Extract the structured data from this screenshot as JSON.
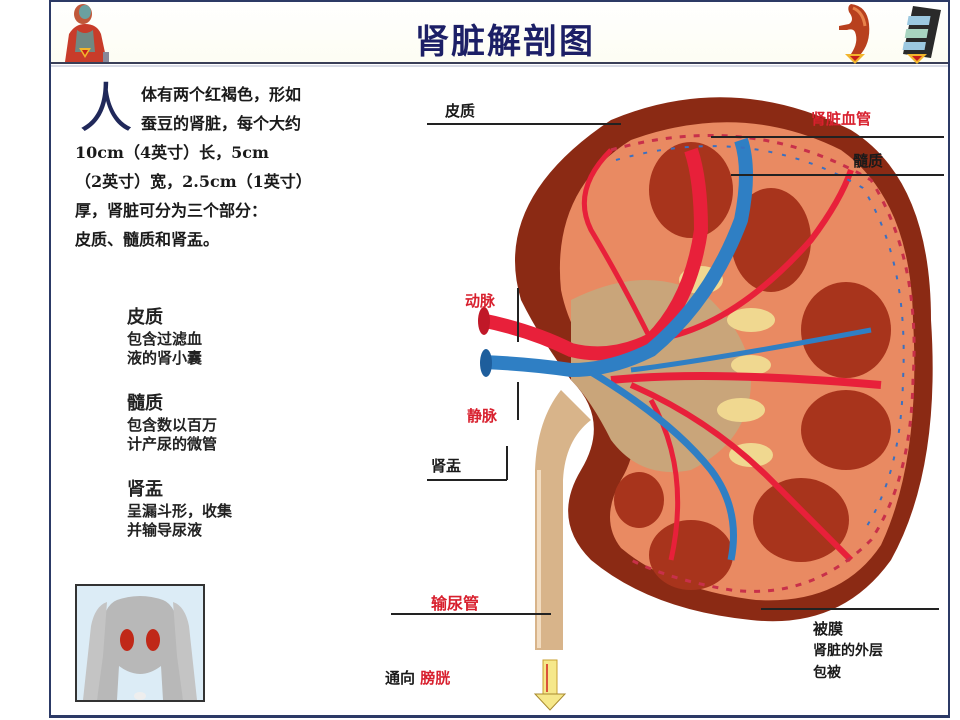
{
  "header": {
    "title": "肾脏解剖图",
    "icons": [
      {
        "name": "human-anatomy-icon",
        "position": "left"
      },
      {
        "name": "kidney-icon",
        "position": "right"
      },
      {
        "name": "film-strip-icon",
        "position": "right"
      }
    ]
  },
  "intro": {
    "big_char": "人",
    "lines": [
      "体有两个红褐色，形如",
      "蚕豆的肾脏，每个大约",
      "10cm（4英寸）长，5cm",
      "（2英寸）宽，2.5cm（1英寸）",
      "厚，肾脏可分为三个部分：",
      "皮质、髓质和肾盂。"
    ]
  },
  "descriptions": [
    {
      "heading": "皮质",
      "lines": [
        "包含过滤血",
        "液的肾小囊"
      ]
    },
    {
      "heading": "髓质",
      "lines": [
        "包含数以百万",
        "计产尿的微管"
      ]
    },
    {
      "heading": "肾盂",
      "lines": [
        "呈漏斗形，收集",
        "并输导尿液"
      ]
    }
  ],
  "diagram": {
    "labels": {
      "cortex": "皮质",
      "renal_vessels": "肾脏血管",
      "medulla": "髓质",
      "artery": "动脉",
      "vein": "静脉",
      "renal_pelvis": "肾盂",
      "ureter": "输尿管",
      "to_bladder_prefix": "通向",
      "to_bladder_target": "膀胱",
      "capsule": "被膜",
      "capsule_desc_1": "肾脏的外层",
      "capsule_desc_2": "包被"
    },
    "colors": {
      "capsule": "#8b2a14",
      "cortex": "#e98a62",
      "medulla": "#a8341c",
      "artery": "#e8203a",
      "vein": "#2f7fc4",
      "pelvis": "#c9a57a",
      "label_red": "#d8202e",
      "title_blue": "#1c1f66",
      "frame": "#2c3a66"
    }
  }
}
